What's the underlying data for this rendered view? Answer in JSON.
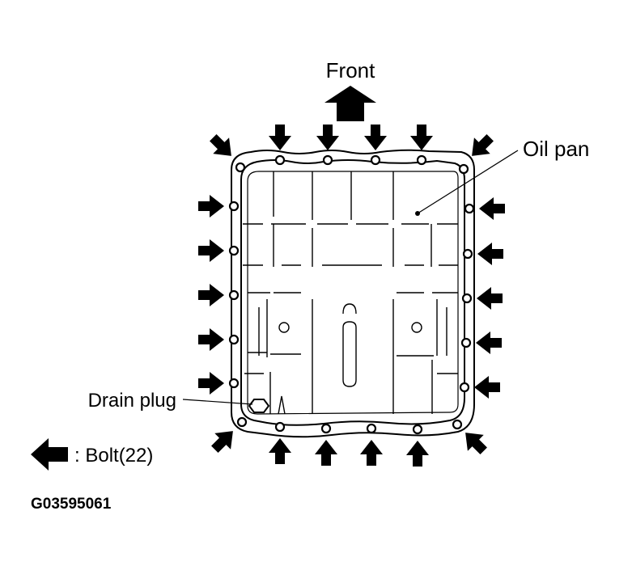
{
  "labels": {
    "front": "Front",
    "oil_pan": "Oil pan",
    "drain_plug": "Drain plug",
    "legend": ": Bolt(22)",
    "figure_code": "G03595061"
  },
  "colors": {
    "ink": "#000000",
    "paper": "#ffffff"
  },
  "icons": [
    "front-arrow-icon",
    "bolt-arrow-icon",
    "bolt-hole-icon",
    "drain-plug-icon"
  ]
}
